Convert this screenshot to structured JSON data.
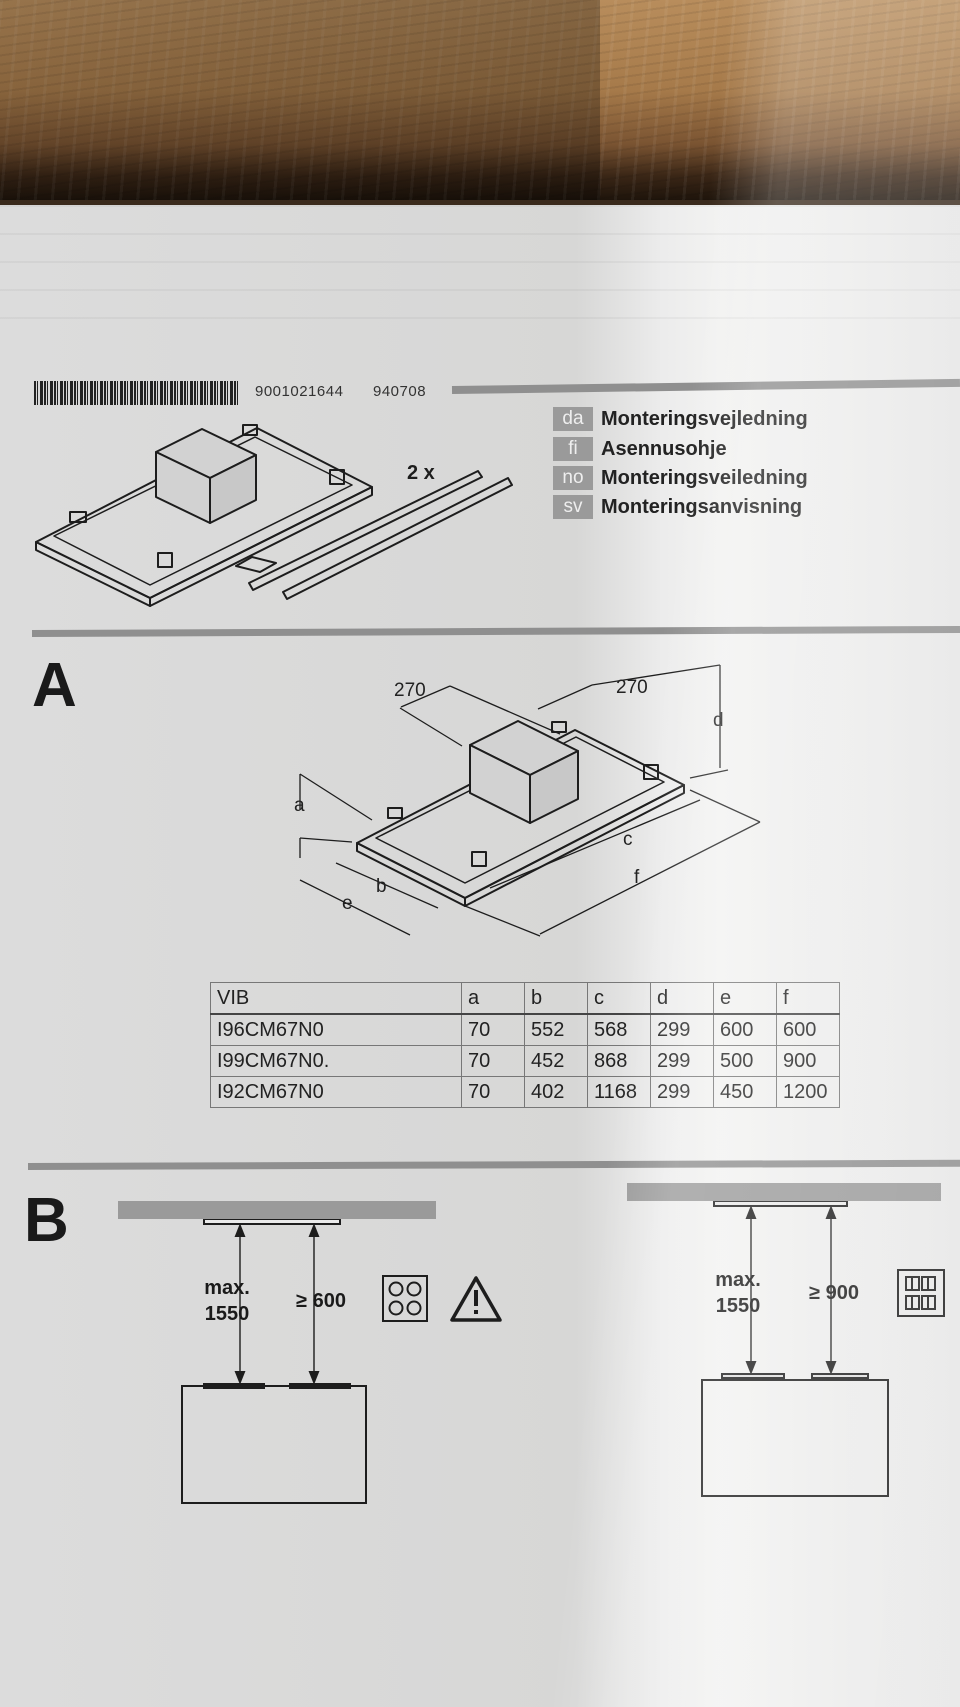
{
  "document": {
    "article_number": "9001021644",
    "date_code": "940708",
    "languages": [
      {
        "code": "da",
        "title": "Monteringsvejledning"
      },
      {
        "code": "fi",
        "title": "Asennusohje"
      },
      {
        "code": "no",
        "title": "Monteringsveiledning"
      },
      {
        "code": "sv",
        "title": "Monteringsanvisning"
      }
    ],
    "parts_quantity": "2 x"
  },
  "section_a": {
    "letter": "A",
    "dimension_labels": {
      "left_offset": "270",
      "right_offset": "270",
      "a": "a",
      "b": "b",
      "c": "c",
      "d": "d",
      "e": "e",
      "f": "f"
    },
    "table": {
      "headers": [
        "VIB",
        "a",
        "b",
        "c",
        "d",
        "e",
        "f"
      ],
      "rows": [
        [
          "I96CM67N0",
          "70",
          "552",
          "568",
          "299",
          "600",
          "600"
        ],
        [
          "I99CM67N0.",
          "70",
          "452",
          "868",
          "299",
          "500",
          "900"
        ],
        [
          "I92CM67N0",
          "70",
          "402",
          "1168",
          "299",
          "450",
          "1200"
        ]
      ]
    }
  },
  "section_b": {
    "letter": "B",
    "left": {
      "max_label": "max.",
      "max_value": "1550",
      "min_clearance": "≥ 600",
      "hob_icon": "four-burner-hob-icon",
      "warning_icon": "warning-triangle-icon"
    },
    "right": {
      "max_label": "max.",
      "max_value": "1550",
      "min_clearance": "≥ 900",
      "hob_icon": "gas-hob-grid-icon"
    }
  },
  "colors": {
    "paper": "#dcdcdc",
    "ink": "#1d1d1d",
    "gray_bar": "#8f8f8f",
    "wood": "#a67a4a"
  }
}
